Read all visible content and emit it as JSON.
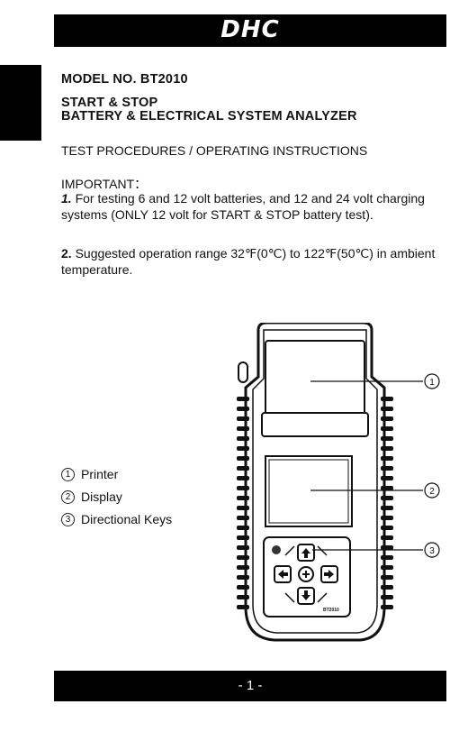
{
  "header": {
    "brand": "DHC"
  },
  "document": {
    "model": "MODEL NO. BT2010",
    "subtitle_line1": "START & STOP",
    "subtitle_line2": "BATTERY & ELECTRICAL SYSTEM ANALYZER",
    "procedures": "TEST PROCEDURES / OPERATING INSTRUCTIONS",
    "important": "IMPORTANT：",
    "note1_num": "1.",
    "note1_text": " For testing 6 and 12 volt batteries, and 12 and 24 volt charging systems (ONLY 12 volt for START & STOP battery test).",
    "note2_num": "2.",
    "note2_text": " Suggested operation range 32℉(0℃) to 122℉(50℃) in ambient temperature."
  },
  "legend": [
    {
      "num": "1",
      "label": "Printer"
    },
    {
      "num": "2",
      "label": "Display"
    },
    {
      "num": "3",
      "label": "Directional Keys"
    }
  ],
  "device": {
    "model_marking": "BT2010"
  },
  "footer": {
    "page": "- 1 -"
  }
}
